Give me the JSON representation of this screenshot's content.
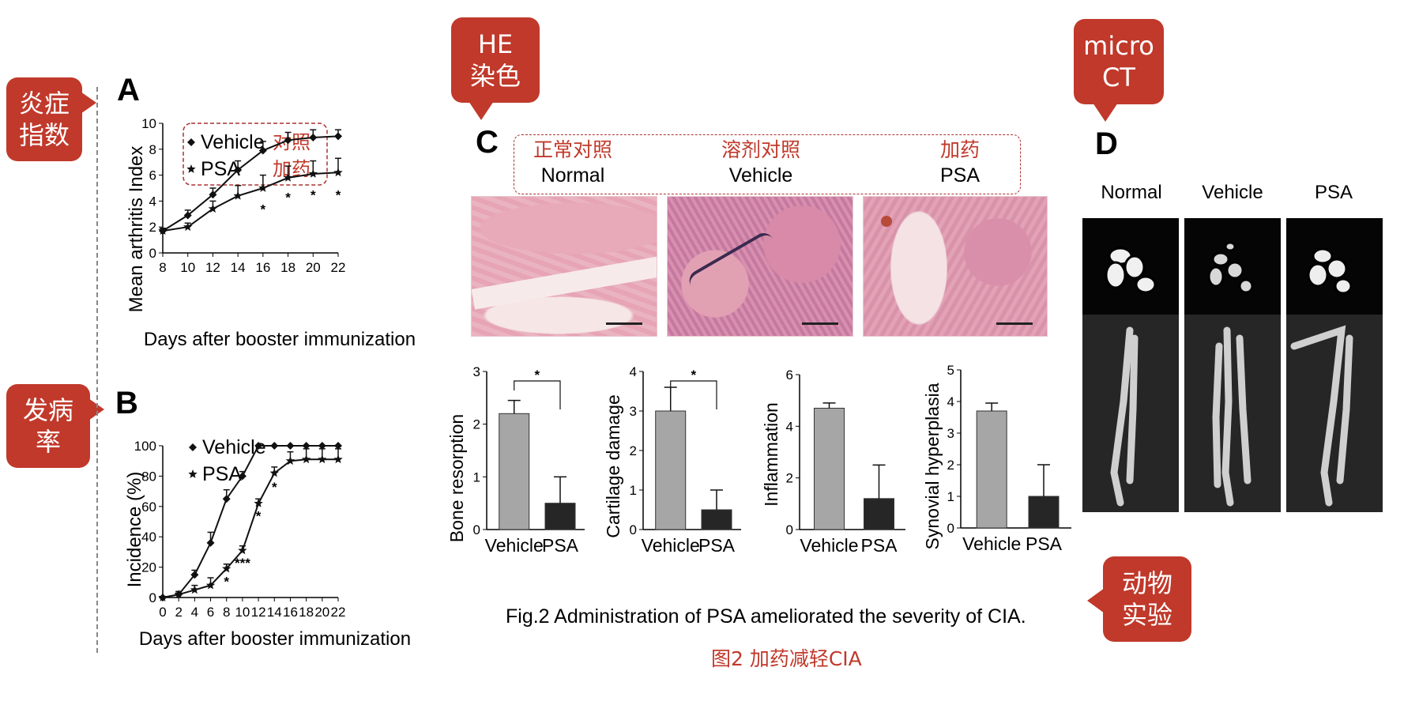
{
  "callouts": {
    "inflammation_index": "炎症\n指数",
    "incidence": "发病\n率",
    "he": "HE\n染色",
    "microct": "micro\nCT",
    "animal": "动物\n实验"
  },
  "panels": {
    "a": "A",
    "b": "B",
    "c": "C",
    "d": "D"
  },
  "panel_c": {
    "groups": [
      {
        "cn": "正常对照",
        "en": "Normal"
      },
      {
        "cn": "溶剂对照",
        "en": "Vehicle"
      },
      {
        "cn": "加药",
        "en": "PSA"
      }
    ]
  },
  "panel_d": {
    "columns": [
      "Normal",
      "Vehicle",
      "PSA"
    ]
  },
  "caption": {
    "en": "Fig.2 Administration of PSA ameliorated the severity of CIA.",
    "cn": "图2 加药减轻CIA"
  },
  "legend_cn": {
    "vehicle": "对照",
    "psa": "加药"
  },
  "colors": {
    "callout": "#c0392b",
    "accent_text": "#c0392b",
    "bar_vehicle": "#a6a6a6",
    "bar_psa": "#262626"
  },
  "chart_data": [
    {
      "id": "A",
      "type": "line",
      "xlabel": "Days after booster immunization",
      "ylabel": "Mean arthritis Index",
      "xlim": [
        8,
        22
      ],
      "ylim": [
        0,
        10
      ],
      "x_ticks": [
        8,
        10,
        12,
        14,
        16,
        18,
        20,
        22
      ],
      "y_ticks": [
        0,
        2,
        4,
        6,
        8,
        10
      ],
      "legend": "top-left",
      "series": [
        {
          "name": "Vehicle",
          "marker": "diamond",
          "x": [
            8,
            10,
            12,
            14,
            16,
            18,
            20,
            22
          ],
          "y": [
            1.7,
            2.9,
            4.5,
            6.4,
            7.9,
            8.7,
            8.9,
            9.0
          ],
          "err": [
            0.2,
            0.4,
            0.5,
            0.7,
            0.7,
            0.6,
            0.6,
            0.5
          ]
        },
        {
          "name": "PSA",
          "marker": "star",
          "x": [
            8,
            10,
            12,
            14,
            16,
            18,
            20,
            22
          ],
          "y": [
            1.7,
            2.0,
            3.4,
            4.4,
            5.0,
            5.8,
            6.1,
            6.2
          ],
          "err": [
            0.2,
            0.3,
            0.6,
            0.8,
            1.0,
            0.9,
            1.0,
            1.1
          ]
        }
      ],
      "significance": [
        {
          "x": 16,
          "label": "*"
        },
        {
          "x": 18,
          "label": "*"
        },
        {
          "x": 20,
          "label": "*"
        },
        {
          "x": 22,
          "label": "*"
        }
      ]
    },
    {
      "id": "B",
      "type": "line",
      "xlabel": "Days after booster immunization",
      "ylabel": "Incidence (%)",
      "xlim": [
        0,
        22
      ],
      "ylim": [
        0,
        100
      ],
      "x_ticks": [
        0,
        2,
        4,
        6,
        8,
        10,
        12,
        14,
        16,
        18,
        20,
        22
      ],
      "y_ticks": [
        0,
        20,
        40,
        60,
        80,
        100
      ],
      "legend": "top-left",
      "series": [
        {
          "name": "Vehicle",
          "marker": "diamond",
          "x": [
            0,
            2,
            4,
            6,
            8,
            10,
            12,
            14,
            16,
            18,
            20,
            22
          ],
          "y": [
            0,
            2,
            15,
            36,
            65,
            80,
            100,
            100,
            100,
            100,
            100,
            100
          ],
          "err": [
            0,
            2,
            3,
            7,
            6,
            3,
            0,
            0,
            0,
            0,
            0,
            0
          ]
        },
        {
          "name": "PSA",
          "marker": "star",
          "x": [
            0,
            2,
            4,
            6,
            8,
            10,
            12,
            14,
            16,
            18,
            20,
            22
          ],
          "y": [
            0,
            2,
            5,
            8,
            19,
            31,
            62,
            82,
            90,
            91,
            91,
            91
          ],
          "err": [
            0,
            1,
            3,
            5,
            3,
            3,
            3,
            4,
            6,
            7,
            7,
            7
          ]
        }
      ],
      "significance": [
        {
          "x": 8,
          "label": "*"
        },
        {
          "x": 10,
          "label": "***"
        },
        {
          "x": 12,
          "label": "*"
        },
        {
          "x": 14,
          "label": "*"
        }
      ]
    },
    {
      "id": "C1",
      "type": "bar",
      "ylabel": "Bone resorption",
      "categories": [
        "Vehicle",
        "PSA"
      ],
      "values": [
        2.2,
        0.5
      ],
      "err": [
        0.25,
        0.5
      ],
      "ylim": [
        0,
        3
      ],
      "y_ticks": [
        0,
        1,
        2,
        3
      ],
      "significance": "*"
    },
    {
      "id": "C2",
      "type": "bar",
      "ylabel": "Cartilage damage",
      "categories": [
        "Vehicle",
        "PSA"
      ],
      "values": [
        3.0,
        0.5
      ],
      "err": [
        0.6,
        0.5
      ],
      "ylim": [
        0,
        4
      ],
      "y_ticks": [
        0,
        1,
        2,
        3,
        4
      ],
      "significance": "*"
    },
    {
      "id": "C3",
      "type": "bar",
      "ylabel": "Inflammation",
      "categories": [
        "Vehicle",
        "PSA"
      ],
      "values": [
        4.7,
        1.2
      ],
      "err": [
        0.2,
        1.3
      ],
      "ylim": [
        0,
        6
      ],
      "y_ticks": [
        0,
        2,
        4,
        6
      ],
      "significance": ""
    },
    {
      "id": "C4",
      "type": "bar",
      "ylabel": "Synovial hyperplasia",
      "categories": [
        "Vehicle",
        "PSA"
      ],
      "values": [
        3.7,
        1.0
      ],
      "err": [
        0.25,
        1.0
      ],
      "ylim": [
        0,
        5
      ],
      "y_ticks": [
        0,
        1,
        2,
        3,
        4,
        5
      ],
      "significance": ""
    }
  ]
}
